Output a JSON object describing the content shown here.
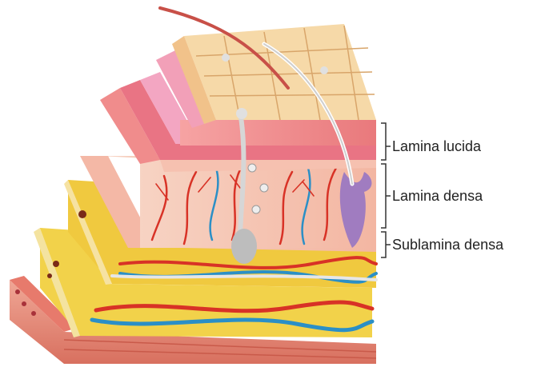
{
  "labels": {
    "lamina_lucida": "Lamina lucida",
    "lamina_densa": "Lamina densa",
    "sublamina_densa": "Sublamina densa"
  },
  "colors": {
    "bracket": "#333333",
    "label_text": "#222222",
    "stratum_corneum": "#f6d9a8",
    "epidermis": "#f08c8c",
    "dermis": "#f6c9b5",
    "fat": "#f2d24a",
    "muscle": "#e4897a",
    "artery": "#d83226",
    "vein": "#2b8fc6",
    "nerve": "#e6e6e6",
    "gland": "#a07cc0"
  }
}
